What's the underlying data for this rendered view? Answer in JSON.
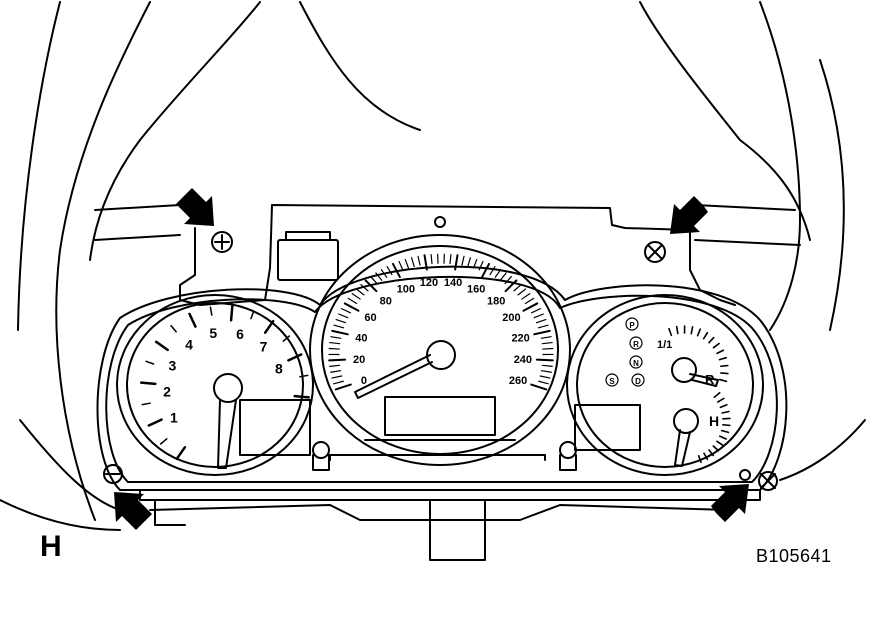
{
  "panel_letter": "H",
  "figure_code": "B105641",
  "speedometer": {
    "labels": [
      "0",
      "20",
      "40",
      "60",
      "80",
      "100",
      "120",
      "140",
      "160",
      "180",
      "200",
      "220",
      "240",
      "260"
    ]
  },
  "tachometer": {
    "labels": [
      "1",
      "2",
      "3",
      "4",
      "5",
      "6",
      "7",
      "8"
    ]
  },
  "fuel_gauge": {
    "full_mark": "1/1",
    "low_mark": "R"
  },
  "temp_gauge": {
    "hot_mark": "H"
  },
  "gear_indicator": {
    "letters": [
      "P",
      "R",
      "N",
      "D",
      "S"
    ]
  },
  "arrows": [
    {
      "name": "arrow-top-left",
      "target": "screw-top-left"
    },
    {
      "name": "arrow-top-right",
      "target": "screw-top-right"
    },
    {
      "name": "arrow-bottom-left",
      "target": "screw-bottom-left"
    },
    {
      "name": "arrow-bottom-right",
      "target": "screw-bottom-right"
    }
  ]
}
